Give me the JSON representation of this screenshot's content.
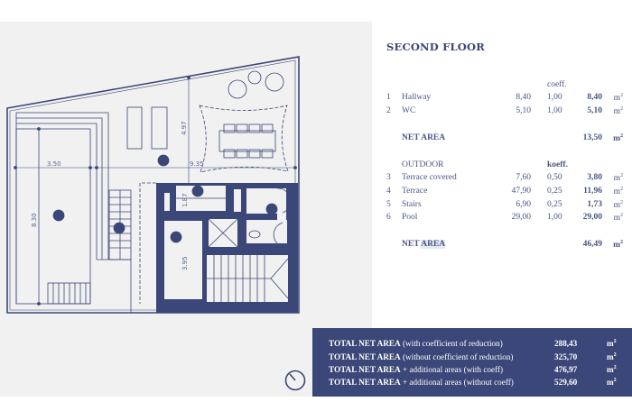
{
  "plan": {
    "dimensions": [
      "3.50",
      "9.35",
      "4.97",
      "8.30",
      "1.87",
      "3.95"
    ],
    "room_markers": [
      "1",
      "2",
      "3",
      "4",
      "5",
      "6"
    ]
  },
  "summary": {
    "title": "SECOND FLOOR",
    "coeff_header": "coeff.",
    "indoor": [
      {
        "num": "1",
        "name": "Hallway",
        "area": "8,40",
        "coeff": "1,00",
        "net": "8,40",
        "unit": "m"
      },
      {
        "num": "2",
        "name": "WC",
        "area": "5,10",
        "coeff": "1,00",
        "net": "5,10",
        "unit": "m"
      }
    ],
    "indoor_total": {
      "label": "NET AREA",
      "value": "13,50",
      "unit": "m"
    },
    "outdoor_header": "OUTDOOR",
    "outdoor_coeff_header": "koeff.",
    "outdoor": [
      {
        "num": "3",
        "name": "Terrace covered",
        "area": "7,60",
        "coeff": "0,50",
        "net": "3,80",
        "unit": "m"
      },
      {
        "num": "4",
        "name": "Terrace",
        "area": "47,90",
        "coeff": "0,25",
        "net": "11,96",
        "unit": "m"
      },
      {
        "num": "5",
        "name": "Stairs",
        "area": "6,90",
        "coeff": "0,25",
        "net": "1,73",
        "unit": "m"
      },
      {
        "num": "6",
        "name": "Pool",
        "area": "29,00",
        "coeff": "1,00",
        "net": "29,00",
        "unit": "m"
      }
    ],
    "outdoor_total": {
      "label_a": "NET",
      "label_b": "AREA",
      "value": "46,49",
      "unit": "m"
    }
  },
  "totals": [
    {
      "bold": "TOTAL NET AREA",
      "rest": " (with coefficient of reduction)",
      "value": "288,43",
      "unit": "m"
    },
    {
      "bold": "TOTAL NET AREA",
      "rest": " (without coefficient of reduction)",
      "value": "325,70",
      "unit": "m"
    },
    {
      "bold": "TOTAL NET AREA",
      "rest": " + additional areas (with coeff)",
      "value": "476,97",
      "unit": "m"
    },
    {
      "bold": "TOTAL NET AREA",
      "rest": " + additional areas (without coeff)",
      "value": "529,60",
      "unit": "m"
    }
  ],
  "colors": {
    "navy": "#3a4778",
    "plan_bg": "#f1f1f1"
  }
}
